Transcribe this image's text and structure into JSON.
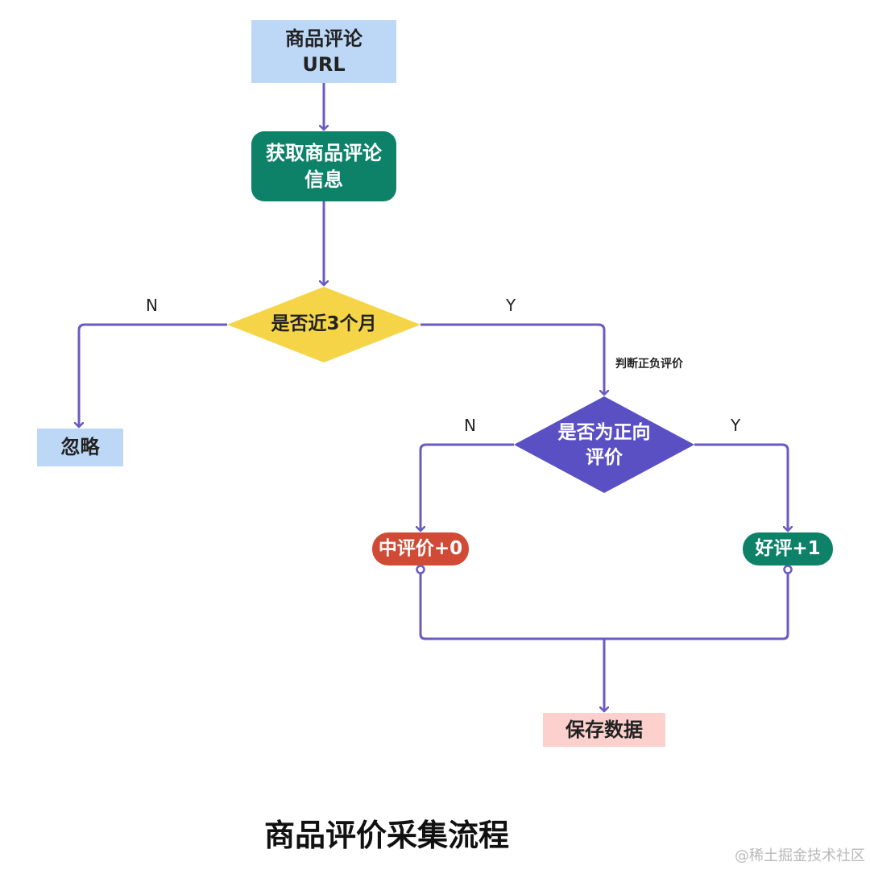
{
  "nodes": {
    "start": {
      "line1": "商品评论",
      "line2": "URL"
    },
    "fetch": {
      "line1": "获取商品评论",
      "line2": "信息"
    },
    "decision_recent": {
      "label": "是否近3个月"
    },
    "ignore": {
      "label": "忽略"
    },
    "decision_positive": {
      "line1": "是否为正向",
      "line2": "评价"
    },
    "neutral": {
      "label": "中评价+0"
    },
    "good": {
      "label": "好评+1"
    },
    "save": {
      "label": "保存数据"
    }
  },
  "edges": {
    "recent_no": "N",
    "recent_yes": "Y",
    "judge": "判断正负评价",
    "positive_no": "N",
    "positive_yes": "Y"
  },
  "title": "商品评价采集流程",
  "watermark": "@稀土掘金技术社区",
  "colors": {
    "edge": "#6a5bc2",
    "start_fill": "#bdd8f7",
    "process_fill": "#0e8268",
    "decision_recent_fill": "#f5d547",
    "decision_positive_fill": "#5a50c4",
    "neutral_fill": "#d04a36",
    "save_fill": "#fbd0cd"
  }
}
